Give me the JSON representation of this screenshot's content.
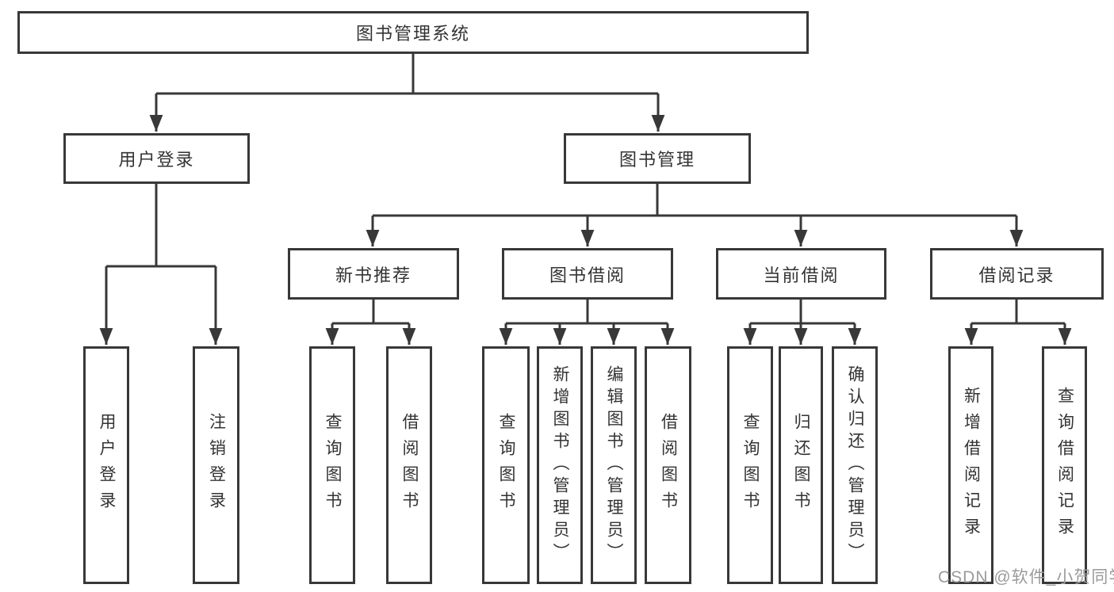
{
  "diagram": {
    "type": "hierarchy-tree",
    "title": "图书管理系统",
    "tree": {
      "label": "图书管理系统",
      "children": [
        {
          "label": "用户登录",
          "children": [
            {
              "label": "用户登录"
            },
            {
              "label": "注销登录"
            }
          ]
        },
        {
          "label": "图书管理",
          "children": [
            {
              "label": "新书推荐",
              "children": [
                {
                  "label": "查询图书"
                },
                {
                  "label": "借阅图书"
                }
              ]
            },
            {
              "label": "图书借阅",
              "children": [
                {
                  "label": "查询图书"
                },
                {
                  "label": "新增图书（管理员）"
                },
                {
                  "label": "编辑图书（管理员）"
                },
                {
                  "label": "借阅图书"
                }
              ]
            },
            {
              "label": "当前借阅",
              "children": [
                {
                  "label": "查询图书"
                },
                {
                  "label": "归还图书"
                },
                {
                  "label": "确认归还（管理员）"
                }
              ]
            },
            {
              "label": "借阅记录",
              "children": [
                {
                  "label": "新增借阅记录"
                },
                {
                  "label": "查询借阅记录"
                }
              ]
            }
          ]
        }
      ]
    }
  },
  "watermark": "CSDN @软件_小贺同学",
  "colors": {
    "line": "#383838",
    "box_border": "#383838",
    "text": "#333333",
    "watermark": "#9b9b9b",
    "background": "#ffffff"
  }
}
